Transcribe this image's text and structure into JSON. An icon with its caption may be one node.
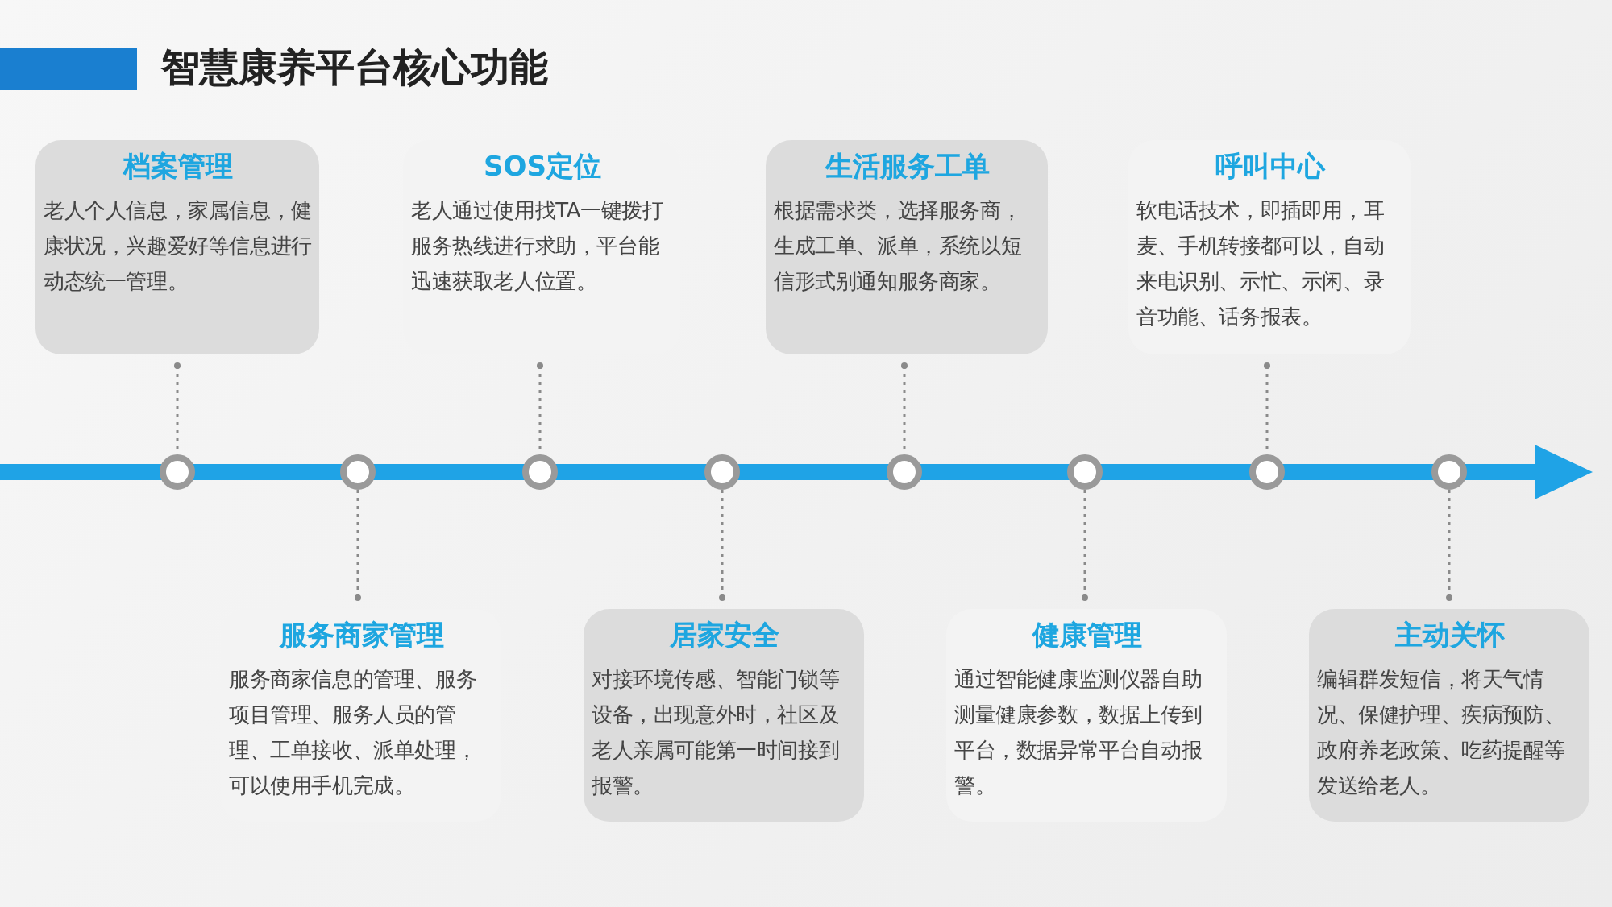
{
  "diagram": {
    "title": "智慧康养平台核心功能",
    "nodes": [
      {
        "text": [
          "档案管理",
          "老人个人信息，家属信息，健康状况，兴趣爱好等信息进行动态统一管理。"
        ]
      },
      {
        "text": [
          "SOS定位",
          "老人通过使用找TA一键拨打服务热线进行求助，平台能迅速获取老人位置。"
        ]
      },
      {
        "text": [
          "生活服务工单",
          "根据需求类，选择服务商，生成工单、派单，系统以短信形式别通知服务商家。"
        ]
      },
      {
        "text": [
          "呼叫中心",
          "软电话技术，即插即用，耳麦、手机转接都可以，自动来电识别、示忙、示闲、录音功能、话务报表。"
        ]
      },
      {
        "text": [
          "服务商家管理",
          "服务商家信息的管理、服务项目管理、服务人员的管理、工单接收、派单处理，可以使用手机完成。"
        ]
      },
      {
        "text": [
          "居家安全",
          "对接环境传感、智能门锁等设备，出现意外时，社区及老人亲属可能第一时间接到报警。"
        ]
      },
      {
        "text": [
          "健康管理",
          "通过智能健康监测仪器自助测量健康参数，数据上传到平台，数据异常平台自动报警。"
        ]
      },
      {
        "text": [
          "主动关怀",
          "编辑群发短信，将天气情况、保健护理、疾病预防、政府养老政策、吃药提醒等发送给老人。"
        ]
      },
      {
        "text": [],
        "shape": "circle"
      },
      {
        "text": [],
        "shape": "circle"
      },
      {
        "text": [],
        "shape": "circle"
      },
      {
        "text": [],
        "shape": "circle"
      },
      {
        "text": [],
        "shape": "circle"
      },
      {
        "text": [],
        "shape": "circle"
      },
      {
        "text": [],
        "shape": "circle"
      },
      {
        "text": [],
        "shape": "circle"
      }
    ],
    "edges": [
      {
        "from": 0,
        "to": 8,
        "arrow": "other",
        "style": "dashed"
      },
      {
        "from": 4,
        "to": 9,
        "arrow": "other",
        "style": "dashed"
      },
      {
        "from": 1,
        "to": 10,
        "arrow": "other",
        "style": "dashed"
      },
      {
        "from": 5,
        "to": 11,
        "arrow": "other",
        "style": "dashed"
      },
      {
        "from": 2,
        "to": 12,
        "arrow": "other",
        "style": "dashed"
      },
      {
        "from": 6,
        "to": 13,
        "arrow": "other",
        "style": "dashed"
      },
      {
        "from": 3,
        "to": 14,
        "arrow": "other",
        "style": "dashed"
      },
      {
        "from": 7,
        "to": 15,
        "arrow": "other",
        "style": "dashed"
      }
    ]
  }
}
